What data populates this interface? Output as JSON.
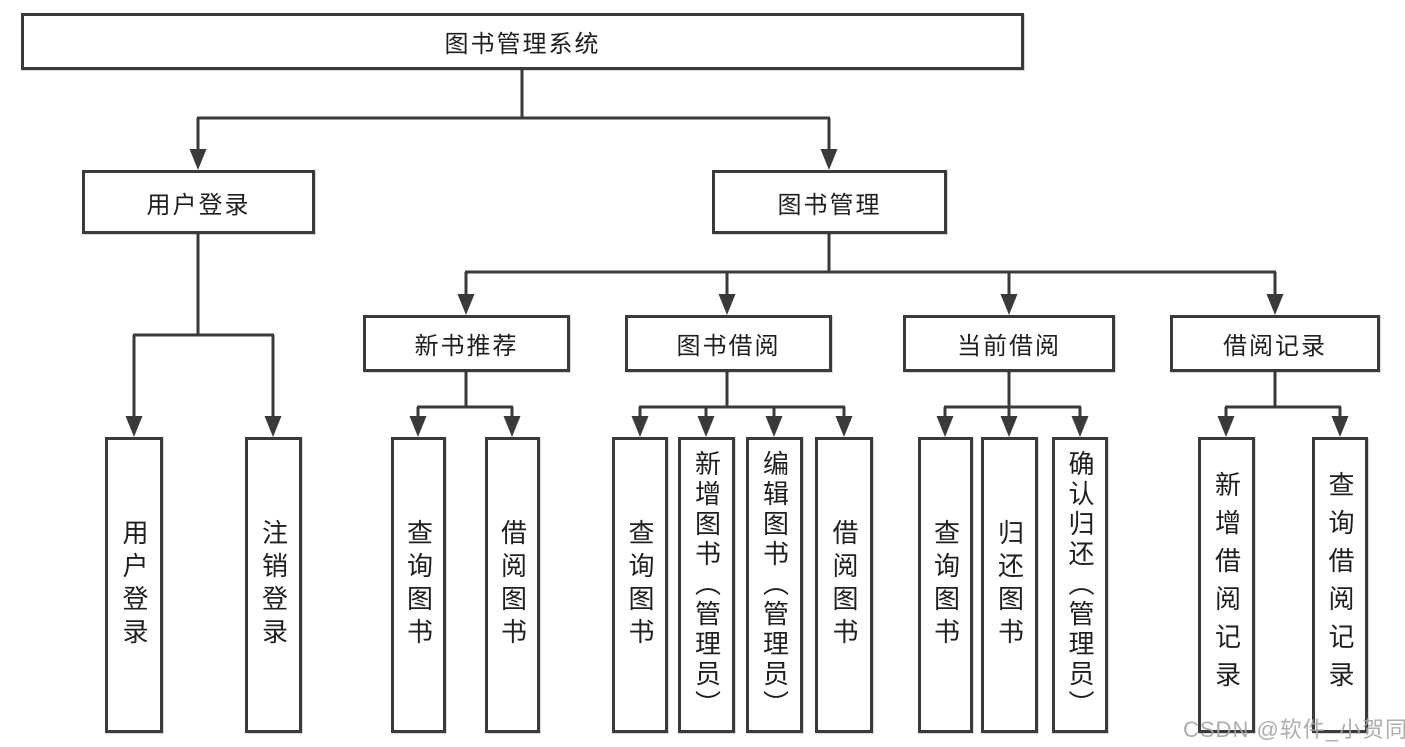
{
  "diagram_title": "图书管理系统",
  "tree": {
    "root": {
      "label": "图书管理系统"
    },
    "branches": [
      {
        "label": "用户登录",
        "children": [
          {
            "label": "用户登录"
          },
          {
            "label": "注销登录"
          }
        ]
      },
      {
        "label": "图书管理",
        "children": [
          {
            "label": "新书推荐",
            "children": [
              {
                "label": "查询图书"
              },
              {
                "label": "借阅图书"
              }
            ]
          },
          {
            "label": "图书借阅",
            "children": [
              {
                "label": "查询图书"
              },
              {
                "label": "新增图书（管理员）"
              },
              {
                "label": "编辑图书（管理员）"
              },
              {
                "label": "借阅图书"
              }
            ]
          },
          {
            "label": "当前借阅",
            "children": [
              {
                "label": "查询图书"
              },
              {
                "label": "归还图书"
              },
              {
                "label": "确认归还（管理员）"
              }
            ]
          },
          {
            "label": "借阅记录",
            "children": [
              {
                "label": "新增借阅记录"
              },
              {
                "label": "查询借阅记录"
              }
            ]
          }
        ]
      }
    ]
  },
  "watermark": {
    "text": "CSDN @软件_小贺同学"
  },
  "colors": {
    "background": "#ffffff",
    "box_border": "#3a3a3a",
    "box_fill": "#ffffff",
    "connector_line": "#3a3a3a",
    "text": "#1f1f1f",
    "watermark": "#a5a5a5"
  }
}
